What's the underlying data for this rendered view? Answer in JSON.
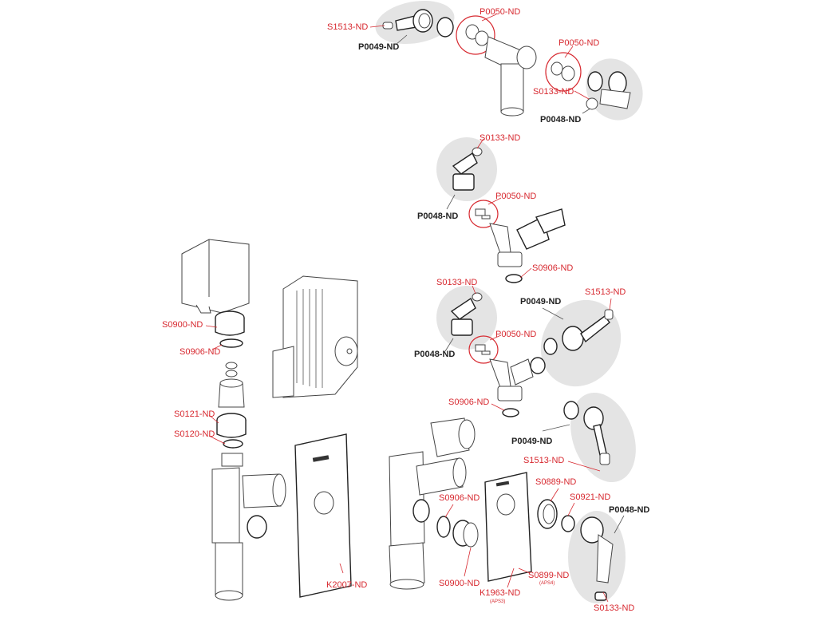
{
  "diagram": {
    "type": "exploded-parts-diagram",
    "colors": {
      "part_label": "#d7282f",
      "group_label": "#222222",
      "group_highlight": "#e4e4e4",
      "outline": "#444444"
    },
    "groups": [
      {
        "id": "top-tee",
        "labels": {
          "s1513": "S1513-ND",
          "p0049": "P0049-ND",
          "p0050a": "P0050-ND",
          "p0050b": "P0050-ND",
          "s0133": "S0133-ND",
          "p0048": "P0048-ND"
        }
      },
      {
        "id": "y-fitting-1",
        "labels": {
          "s0133": "S0133-ND",
          "p0048": "P0048-ND",
          "p0050": "P0050-ND",
          "s0906": "S0906-ND"
        }
      },
      {
        "id": "y-fitting-2",
        "labels": {
          "s0133": "S0133-ND",
          "p0049": "P0049-ND",
          "s1513": "S1513-ND",
          "p0048": "P0048-ND",
          "p0050": "P0050-ND",
          "s0906": "S0906-ND"
        }
      },
      {
        "id": "left-siphon",
        "labels": {
          "s0900": "S0900-ND",
          "s0906": "S0906-ND",
          "s0121": "S0121-ND",
          "s0120": "S0120-ND",
          "k2007": "K2007-ND"
        }
      },
      {
        "id": "right-siphon",
        "labels": {
          "p0049": "P0049-ND",
          "s1513": "S1513-ND",
          "s0889": "S0889-ND",
          "s0921": "S0921-ND",
          "p0048": "P0048-ND",
          "s0906": "S0906-ND",
          "s0900": "S0900-ND",
          "k1963": "K1963-ND",
          "k1963_note": "(APS3)",
          "s0899": "S0899-ND",
          "s0899_note": "(APS4)",
          "s0133": "S0133-ND"
        }
      }
    ]
  }
}
